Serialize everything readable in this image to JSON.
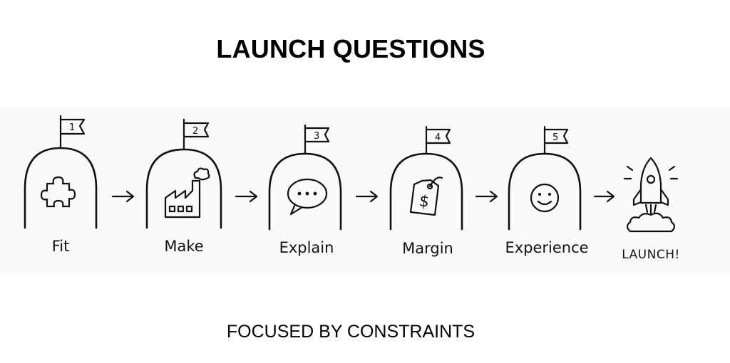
{
  "title": "LAUNCH QUESTIONS",
  "steps": [
    {
      "number": "1",
      "label": "Fit",
      "icon": "puzzle-piece-icon"
    },
    {
      "number": "2",
      "label": "Make",
      "icon": "factory-icon"
    },
    {
      "number": "3",
      "label": "Explain",
      "icon": "speech-bubble-icon"
    },
    {
      "number": "4",
      "label": "Margin",
      "icon": "price-tag-icon"
    },
    {
      "number": "5",
      "label": "Experience",
      "icon": "smiley-face-icon"
    }
  ],
  "launch": {
    "label": "LAUNCH!",
    "icon": "rocket-icon"
  },
  "subtitle": "FOCUSED BY CONSTRAINTS"
}
